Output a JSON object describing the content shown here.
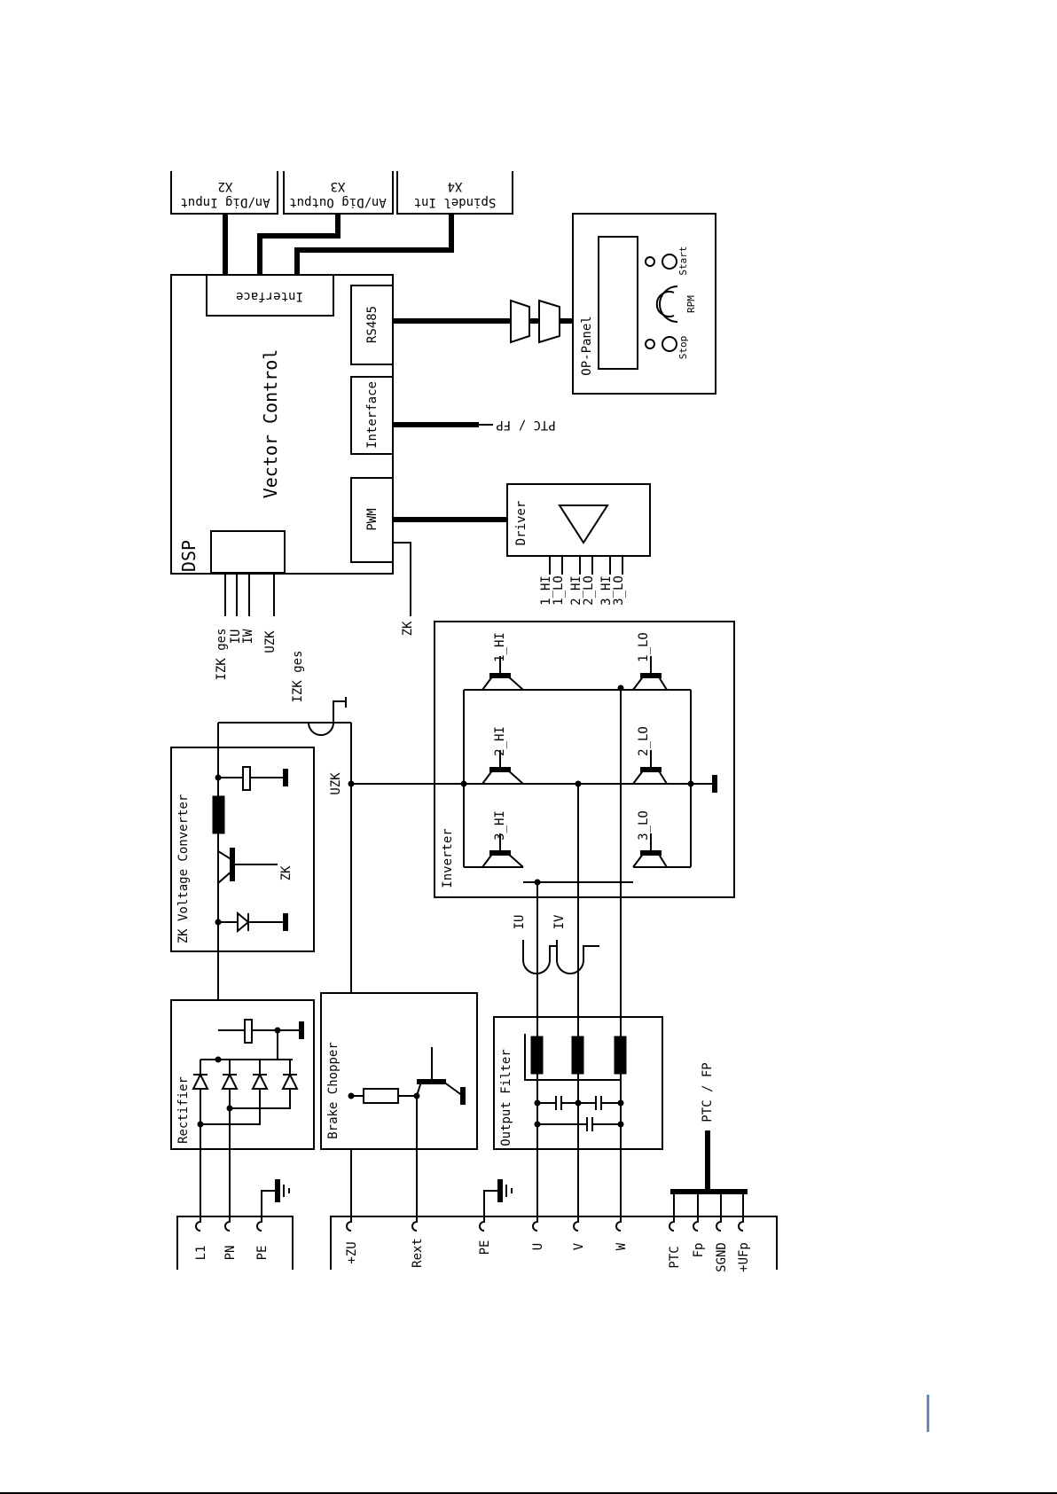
{
  "diagram": {
    "blocks": {
      "dsp": "DSP",
      "vector_control": "Vector Control",
      "interface_top": "Interface",
      "interface_mid": "Interface",
      "rs485": "RS485",
      "pwm": "PWM",
      "driver": "Driver",
      "op_panel": "OP-Panel",
      "stop": "Stop",
      "start": "Start",
      "rpm": "RPM",
      "inverter": "Inverter",
      "zk_converter": "ZK Voltage Converter",
      "rectifier": "Rectifier",
      "brake_chopper": "Brake Chopper",
      "output_filter": "Output Filter"
    },
    "connectors": {
      "x2": "X2",
      "x2_label": "An/Dig Input",
      "x3": "X3",
      "x3_label": "An/Dig Output",
      "x4": "X4",
      "x4_label": "Spindel Int"
    },
    "signals": {
      "ptc_fp_top": "PTC / FP",
      "ptc_fp_bottom": "PTC / FP",
      "izk_ges_dsp": "IZK ges",
      "iu_dsp": "IU",
      "iw_dsp": "IW",
      "uzk_dsp": "UZK",
      "zk_dsp": "ZK",
      "izk_ges_sense": "IZK ges",
      "uzk_bus": "UZK",
      "zk_conv": "ZK",
      "iu_sense": "IU",
      "iv_sense": "IV"
    },
    "driver_outputs": [
      "1_HI",
      "1_LO",
      "2_HI",
      "2_LO",
      "3_HI",
      "3_LO"
    ],
    "transistors": {
      "t1hi": "1_HI",
      "t1lo": "1_LO",
      "t2hi": "2_HI",
      "t2lo": "2_LO",
      "t3hi": "3_HI",
      "t3lo": "3_LO"
    },
    "terminals_left": [
      "L1",
      "PN",
      "PE"
    ],
    "terminals_right": [
      "+ZU",
      "Rext",
      "PE",
      "U",
      "V",
      "W",
      "PTC",
      "Fp",
      "SGND",
      "+UFp"
    ]
  }
}
